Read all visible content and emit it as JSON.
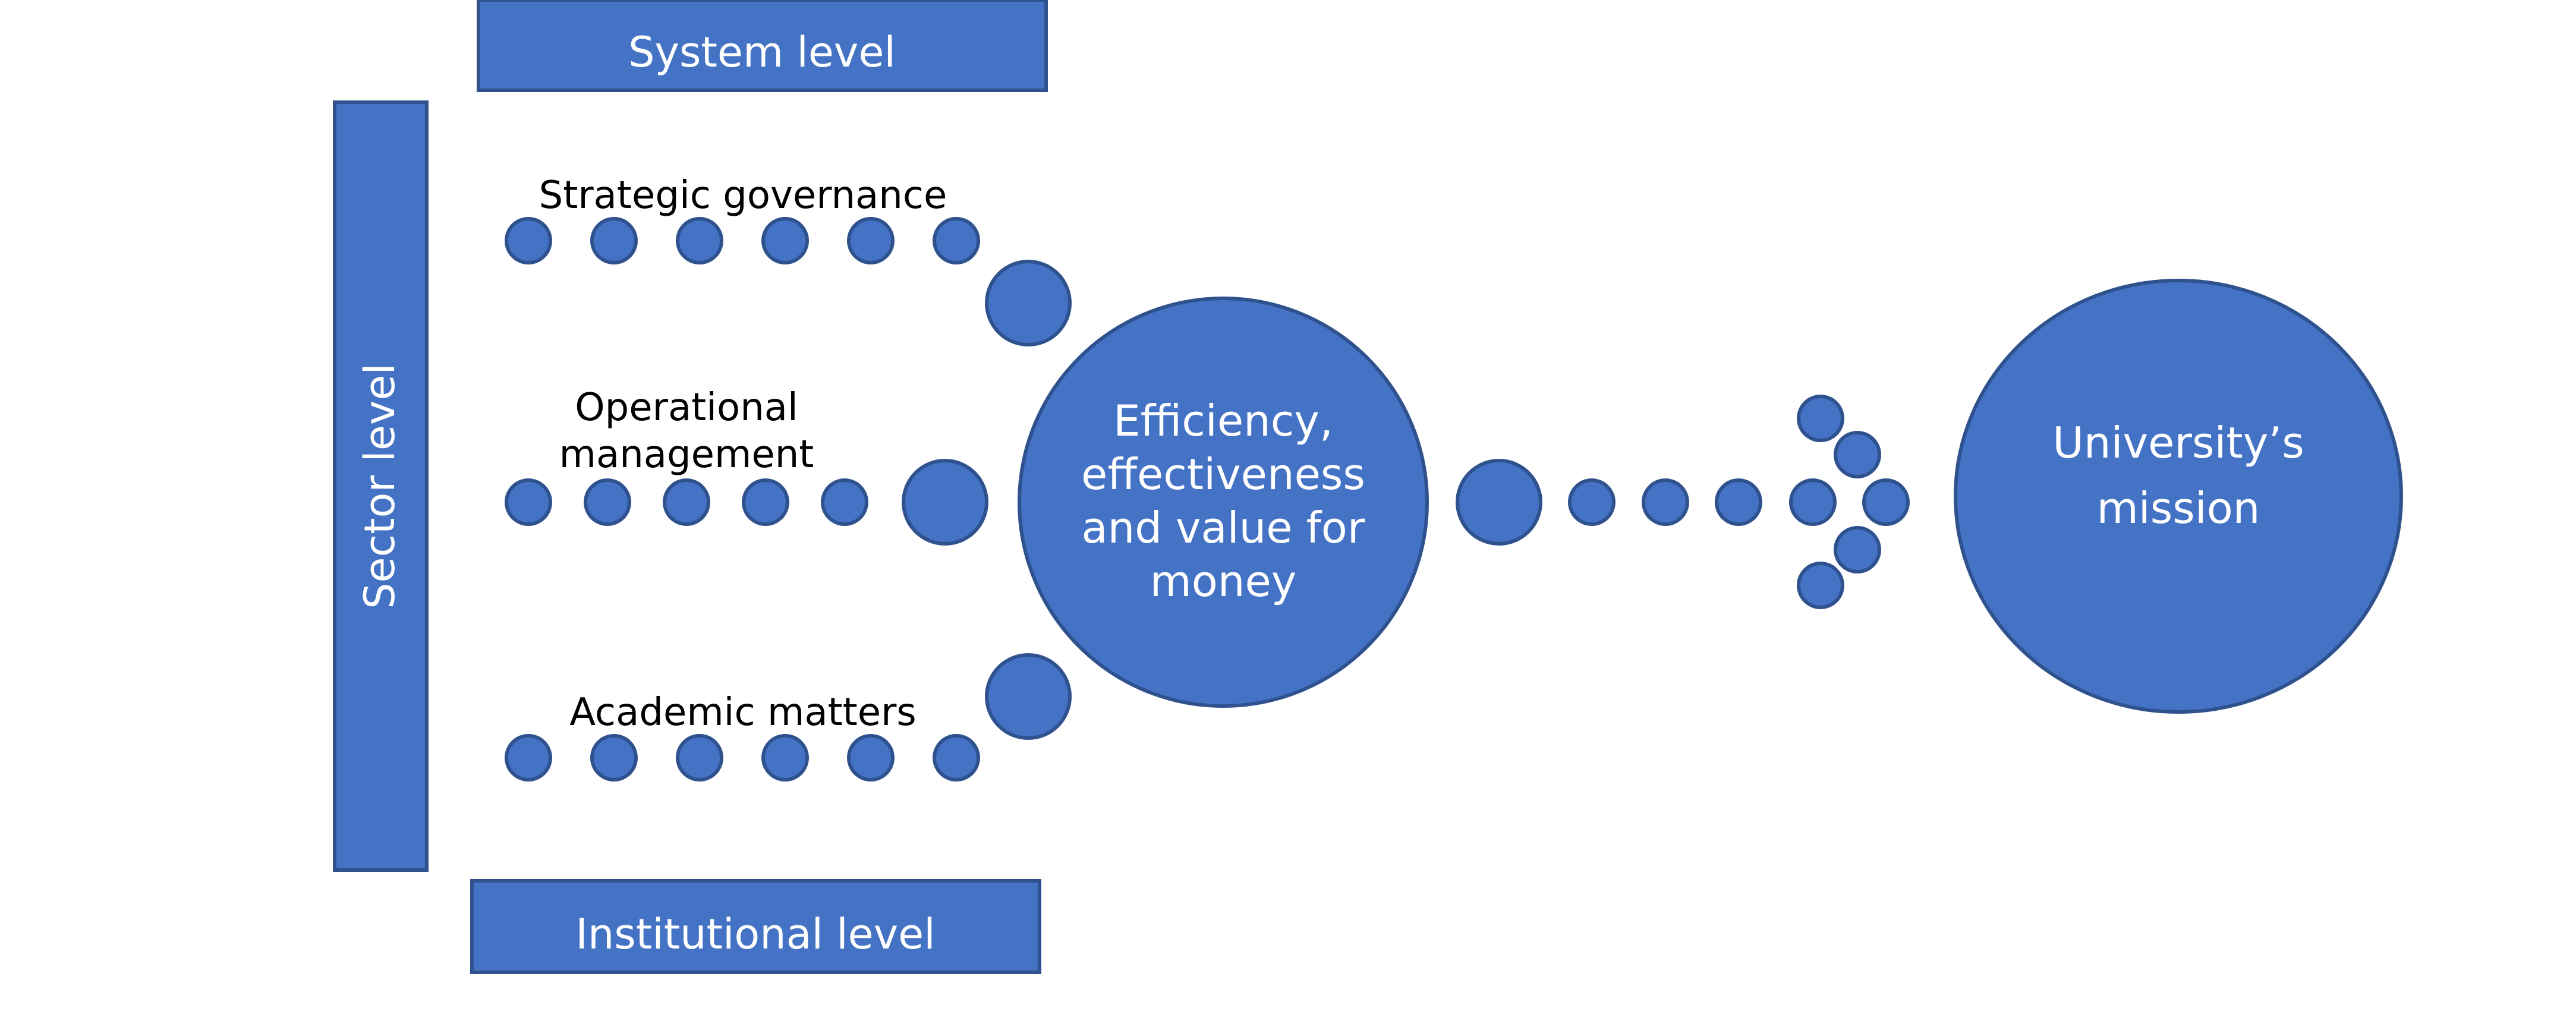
{
  "diagram": {
    "system_level": "System level",
    "sector_level": "Sector level",
    "institutional_level": "Institutional level",
    "rows": [
      {
        "label_lines": [
          "Strategic governance"
        ]
      },
      {
        "label_lines": [
          "Operational",
          "management"
        ]
      },
      {
        "label_lines": [
          "Academic matters"
        ]
      }
    ],
    "center_circle": {
      "lines": [
        "Efficiency,",
        "effectiveness",
        "and value for",
        "money"
      ]
    },
    "right_circle": {
      "lines": [
        "University’s",
        "mission"
      ]
    }
  },
  "colors": {
    "shape_fill": "#4472C4",
    "shape_stroke": "#2F528F",
    "text_on_shape": "#FFFFFF",
    "text_dark": "#000000"
  }
}
